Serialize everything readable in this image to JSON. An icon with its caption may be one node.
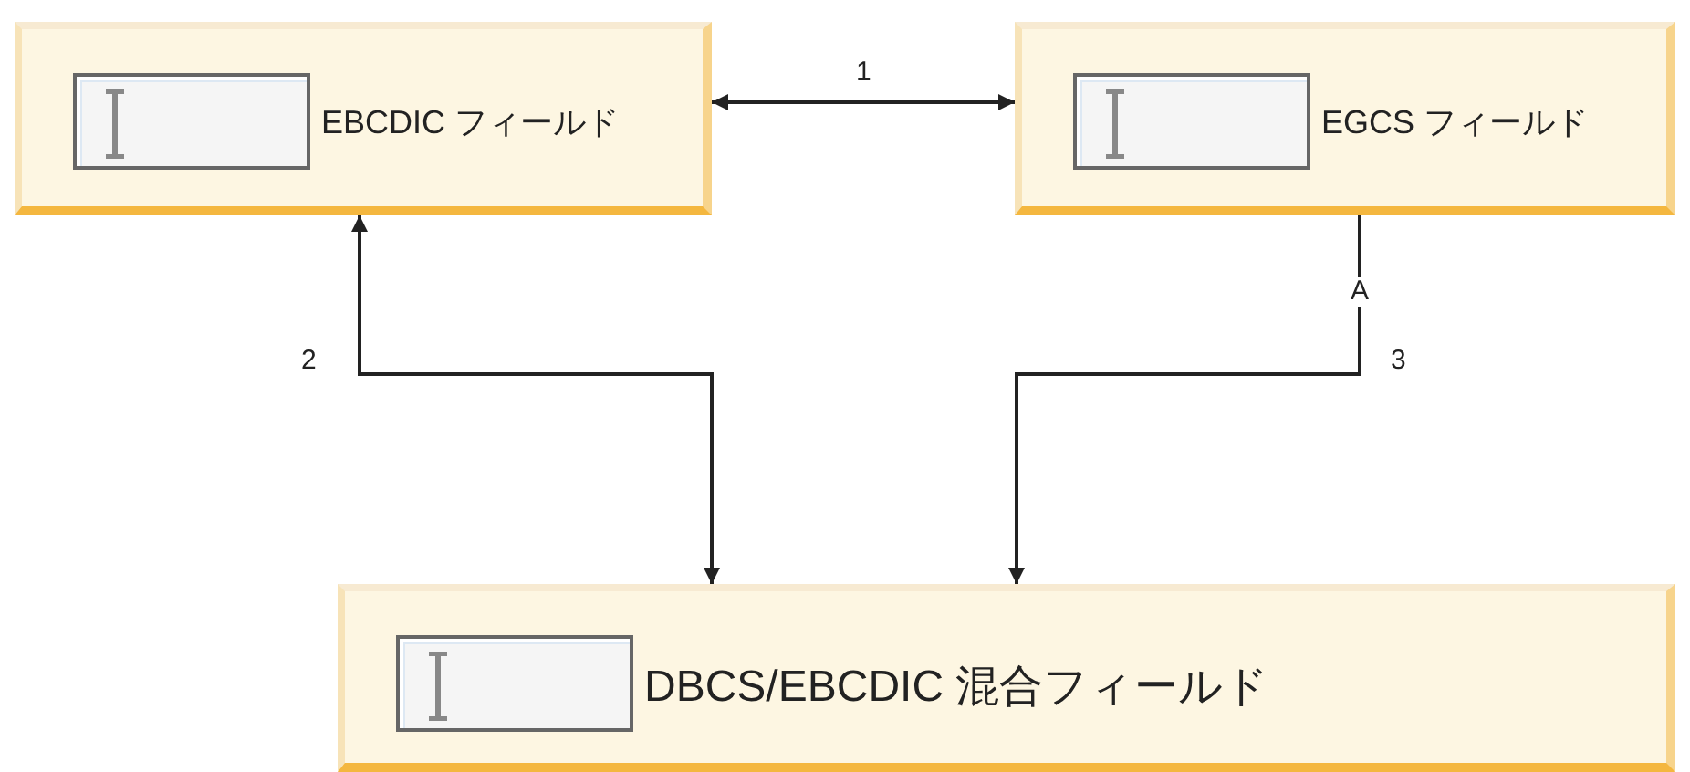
{
  "diagram": {
    "nodes": [
      {
        "text": [
          "EBCDIC フィールド"
        ]
      },
      {
        "text": [
          "EGCS フィールド"
        ]
      },
      {
        "text": [
          "DBCS/EBCDIC 混合フィールド"
        ]
      }
    ],
    "edges": [
      {
        "from": 0,
        "to": 1,
        "arrow": "both",
        "label": "1"
      },
      {
        "from": 0,
        "to": 2,
        "arrow": "both"
      },
      {
        "from": 1,
        "to": 2,
        "arrow": "to",
        "label": "A"
      }
    ],
    "labels": [
      "2",
      "3"
    ]
  }
}
